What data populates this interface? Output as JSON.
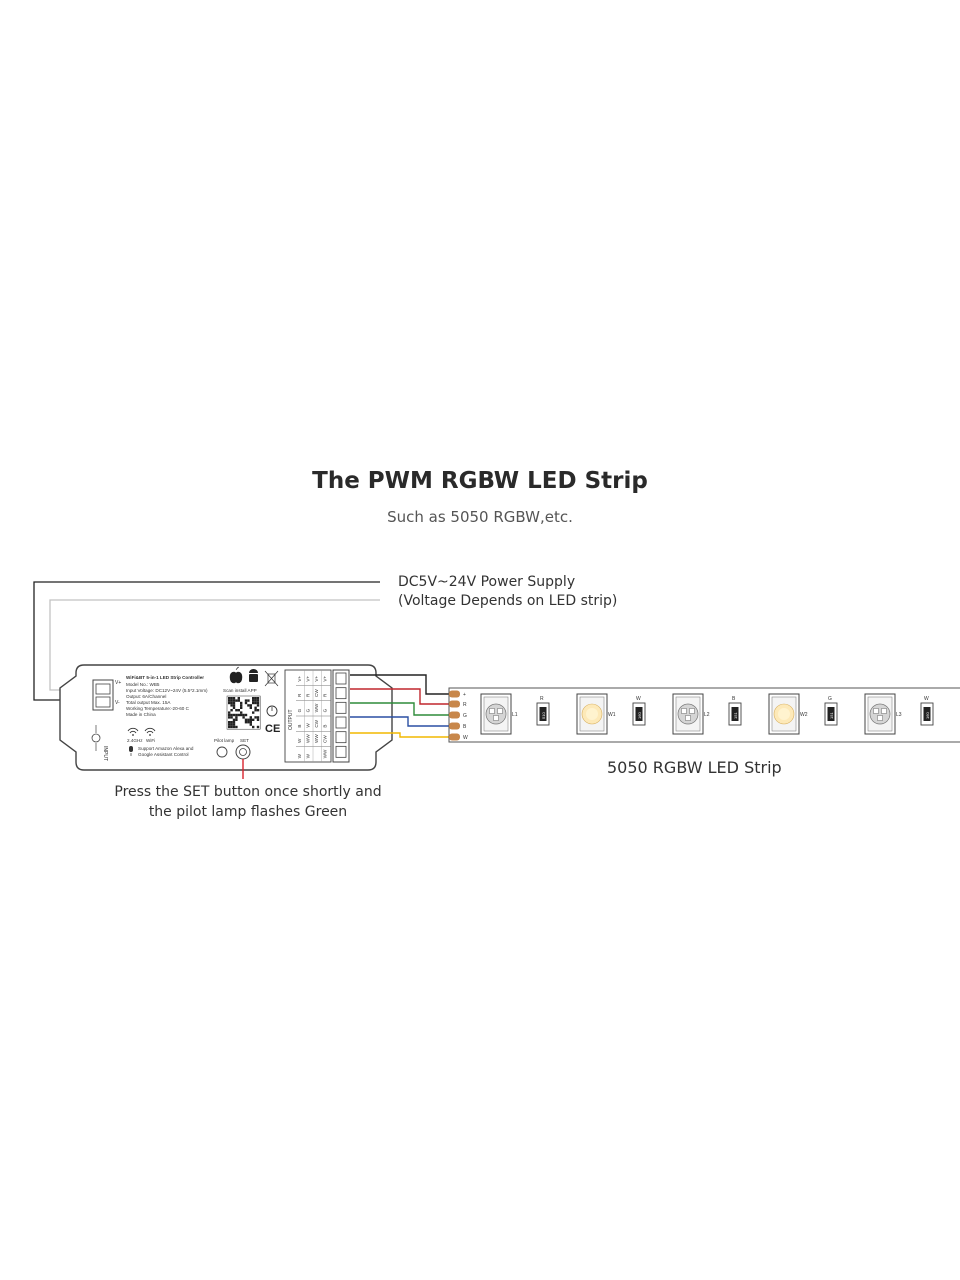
{
  "title": "The PWM RGBW LED Strip",
  "subtitle": "Such as 5050 RGBW,etc.",
  "power_supply": {
    "line1": "DC5V~24V Power Supply",
    "line2": "(Voltage Depends on LED strip)"
  },
  "strip_label": "5050 RGBW LED Strip",
  "set_note": {
    "line1": "Press the SET button once shortly and",
    "line2": "the pilot lamp flashes Green"
  },
  "controller": {
    "name": "WiFi&BT 5-in-1 LED Strip Controller",
    "model": "Model No.: WB5",
    "input_voltage": "Input Voltage: DC12V~24V (5.5*2.1mm)",
    "output": "Output: 6A/Channel",
    "total_output": "Total output Max. 15A",
    "working_temp": "Working Temperature:-20-60 C",
    "made_in": "Made in China",
    "scan": "Scan install APP",
    "v_plus": "V+",
    "v_minus": "V-",
    "input_label": "INPUT",
    "output_label": "OUTPUT",
    "wifi_24": "2.4GHz",
    "wifi": "WiFi",
    "voice_line1": "Support Amazon Alexa and",
    "voice_line2": "Google Assistant Control",
    "pilot_lamp": "Pilot lamp",
    "set": "SET",
    "ce": "CE",
    "terminal_labels": [
      "V+",
      "R",
      "G",
      "B",
      "W",
      "WW"
    ],
    "output_rows": [
      [
        "V+",
        "V+",
        "V+",
        "V+"
      ],
      [
        "R",
        "R",
        "CW",
        "R"
      ],
      [
        "G",
        "G",
        "WW",
        "G"
      ],
      [
        "B",
        "W",
        "CW",
        "B"
      ],
      [
        "W",
        "WW",
        "WW",
        "CW"
      ],
      [
        "W",
        "W",
        "",
        "WW"
      ]
    ]
  },
  "strip": {
    "pads": [
      "+",
      "R",
      "G",
      "B",
      "W"
    ],
    "pad_color": "#c8874a",
    "segments": [
      {
        "led_label": "L1",
        "res_letter": "R",
        "res_value": "510",
        "led_type": "rgb"
      },
      {
        "led_label": "W1",
        "res_letter": "W",
        "res_value": "160",
        "led_type": "white"
      },
      {
        "led_label": "L2",
        "res_letter": "B",
        "res_value": "151",
        "led_type": "rgb"
      },
      {
        "led_label": "W2",
        "res_letter": "G",
        "res_value": "151",
        "led_type": "white"
      },
      {
        "led_label": "L3",
        "res_letter": "W",
        "res_value": "160",
        "led_type": "rgb"
      }
    ]
  },
  "wire_colors": {
    "power_black": "#222222",
    "power_gray": "#c2c2c2",
    "red": "#c0272d",
    "green": "#2e8b3a",
    "blue": "#2a4fa3",
    "yellow": "#f2b800",
    "set_pointer": "#d9232d"
  }
}
